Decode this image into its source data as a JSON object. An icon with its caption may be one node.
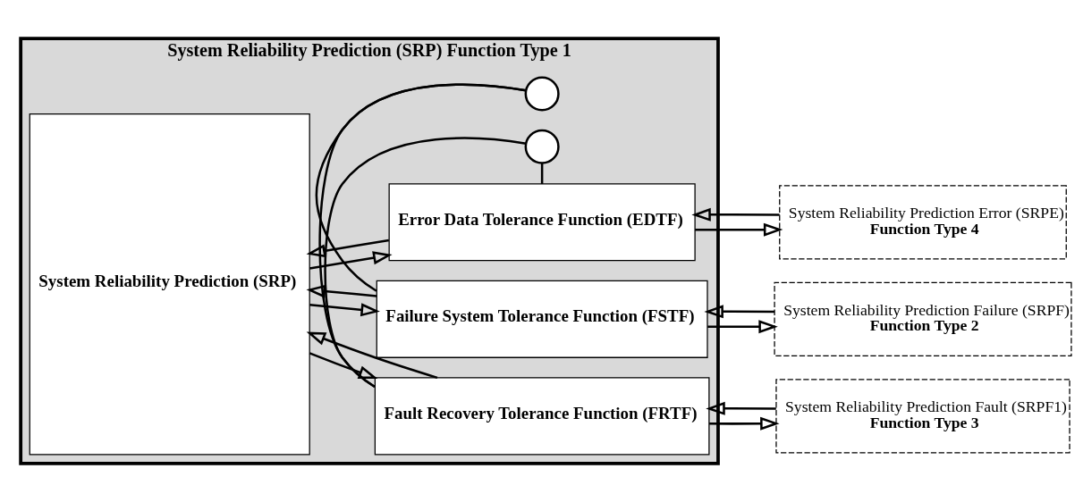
{
  "diagram": {
    "nodes": [
      {
        "text": [
          "System Reliability Prediction (SRP) Function Type 1"
        ]
      },
      {
        "text": [
          "System Reliability Prediction (SRP)"
        ],
        "in": 0
      },
      {
        "text": [
          "Failure System Tolerance Function (FSTF)"
        ],
        "in": 0
      },
      {
        "text": [
          "Fault Recovery Tolerance Function (FRTF)"
        ],
        "in": 0
      },
      {
        "text": [
          "Error Data Tolerance Function (EDTF)"
        ],
        "in": 0
      },
      {
        "text": [],
        "shape": "circle",
        "in": 0
      },
      {
        "text": [],
        "shape": "circle",
        "in": 0
      },
      {
        "text": [
          "System Reliability Prediction Failure (SRPF)",
          "Function Type 2"
        ]
      },
      {
        "text": [
          "System Reliability Prediction Fault (SRPF1)",
          "Function Type 3"
        ]
      },
      {
        "text": [
          "System Reliability Prediction Error (SRPE)",
          "Function Type 4"
        ]
      }
    ],
    "edges": [
      {
        "from": 1,
        "to": 2,
        "arrow": "to"
      },
      {
        "from": 2,
        "to": 1,
        "arrow": "to"
      },
      {
        "from": 1,
        "to": 3,
        "arrow": "to"
      },
      {
        "from": 3,
        "to": 1,
        "arrow": "to"
      },
      {
        "from": 1,
        "to": 4,
        "arrow": "to"
      },
      {
        "from": 4,
        "to": 1,
        "arrow": "to"
      },
      {
        "from": 2,
        "to": 7,
        "arrow": "to"
      },
      {
        "from": 7,
        "to": 2,
        "arrow": "to"
      },
      {
        "from": 3,
        "to": 8,
        "arrow": "to"
      },
      {
        "from": 8,
        "to": 3,
        "arrow": "to"
      },
      {
        "from": 4,
        "to": 9,
        "arrow": "to"
      },
      {
        "from": 9,
        "to": 4,
        "arrow": "to"
      },
      {
        "from": 2,
        "to": 5,
        "arrow": "none"
      },
      {
        "from": 5,
        "to": 3,
        "arrow": "none"
      },
      {
        "from": 3,
        "to": 6,
        "arrow": "none"
      },
      {
        "from": 6,
        "to": 4,
        "arrow": "none"
      }
    ]
  }
}
